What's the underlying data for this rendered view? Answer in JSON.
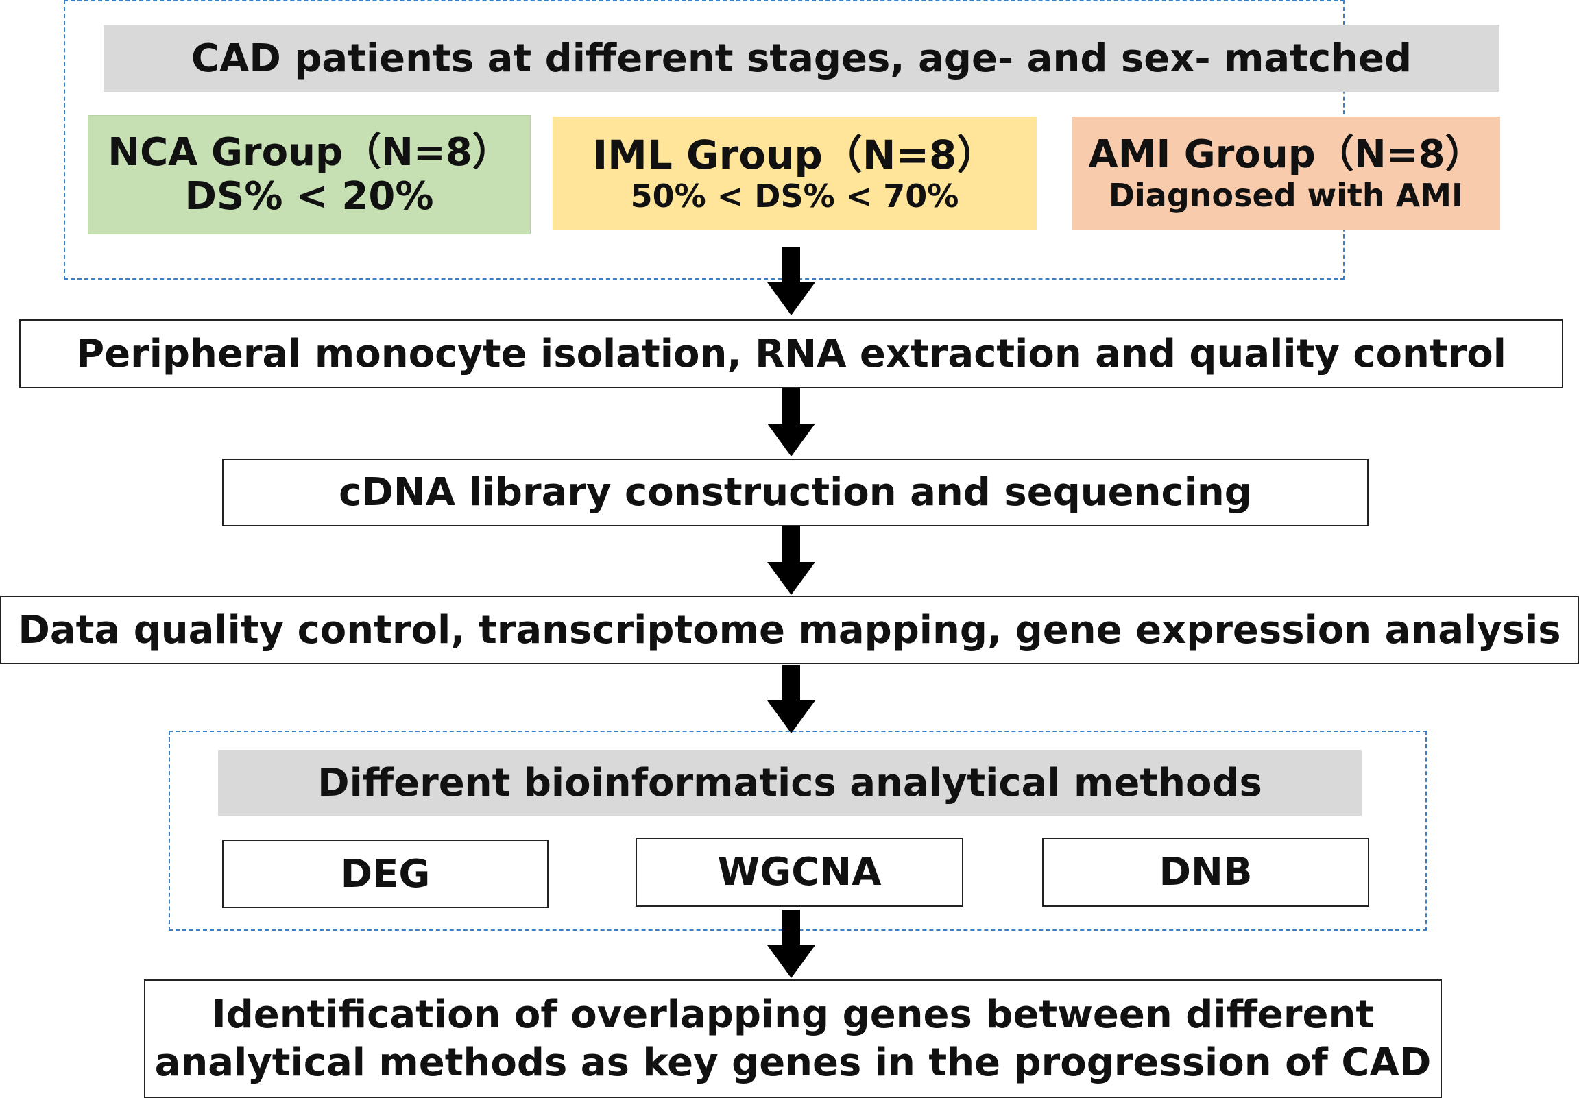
{
  "top_section": {
    "header": "CAD patients at different stages, age- and sex- matched",
    "groups": [
      {
        "name": "NCA Group（N=8）",
        "criteria": "DS%  <  20%",
        "color": "#c6e0b4"
      },
      {
        "name": "IML Group（N=8）",
        "criteria": "50% <  DS%  < 70%",
        "color": "#fee599"
      },
      {
        "name": "AMI Group（N=8）",
        "criteria": "Diagnosed with AMI",
        "color": "#f8cbad"
      }
    ]
  },
  "steps": {
    "step1": "Peripheral monocyte isolation, RNA extraction and quality control",
    "step2": "cDNA library construction and sequencing",
    "step3": "Data quality control, transcriptome mapping, gene expression analysis"
  },
  "methods_section": {
    "header": "Different bioinformatics analytical methods",
    "methods": [
      "DEG",
      "WGCNA",
      "DNB"
    ]
  },
  "final": {
    "line1": "Identification of overlapping genes between different",
    "line2": "analytical methods as key genes in the progression of CAD"
  },
  "colors": {
    "border_dashed": "#3b7fc4",
    "header_gray": "#d9d9d9",
    "arrow": "#000000"
  }
}
